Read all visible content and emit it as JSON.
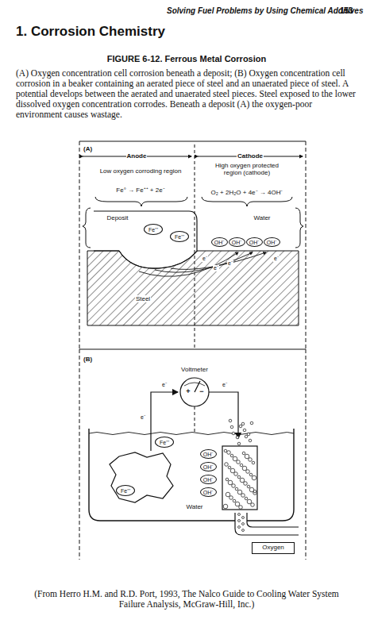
{
  "diagram": {
    "title": "FIGURE 6-12. Ferrous Metal Corrosion",
    "caption": "(A) Oxygen concentration cell corrosion beneath a deposit; (B) Oxygen concentration cell corrosion in a beaker containing an aerated piece of steel and an unaerated piece of steel. A potential develops between the aerated and unaerated steel pieces. Steel exposed to the lower dissolved oxygen concentration corrodes. Beneath a deposit (A) the oxygen-poor environment causes wastage.",
    "nodes": [
      {
        "text": [
          "Fe⁺⁺"
        ]
      },
      {
        "text": [
          "Fe⁺⁺"
        ]
      },
      {
        "text": [
          "OH⁻"
        ]
      },
      {
        "text": [
          "OH⁻"
        ]
      },
      {
        "text": [
          "OH⁻"
        ]
      },
      {
        "text": [
          "OH⁻"
        ]
      },
      {
        "text": [
          "Fe⁺⁺"
        ]
      },
      {
        "text": [
          "Fe⁺⁺"
        ]
      },
      {
        "text": [
          "OH⁻"
        ]
      },
      {
        "text": [
          "OH⁻"
        ]
      },
      {
        "text": [
          "OH⁻"
        ]
      },
      {
        "text": [
          "OH⁻"
        ]
      },
      {
        "text": [
          "Oxygen"
        ]
      }
    ],
    "labels": [
      "Solving Fuel Problems by Using Chemical Additives",
      "153",
      "1. Corrosion Chemistry",
      "(A)",
      "Anode",
      "Cathode",
      "Low oxygen corroding region",
      "Fe° → Fe⁺⁺ + 2e⁻",
      "High oxygen protected region (cathode)",
      "O₂ + 2H₂O + 4e⁻ → 4OH⁻",
      "Deposit",
      "Water",
      "e⁻",
      "e⁻",
      "e⁻",
      "e⁻",
      "Steel",
      "(B)",
      "Voltmeter",
      "+",
      "−",
      "e⁻",
      "e⁻",
      "e⁻",
      "Water",
      "(From Herro H.M. and R.D. Port, 1993, The Nalco Guide to Cooling Water System Failure Analysis, McGraw-Hill, Inc.)"
    ]
  }
}
